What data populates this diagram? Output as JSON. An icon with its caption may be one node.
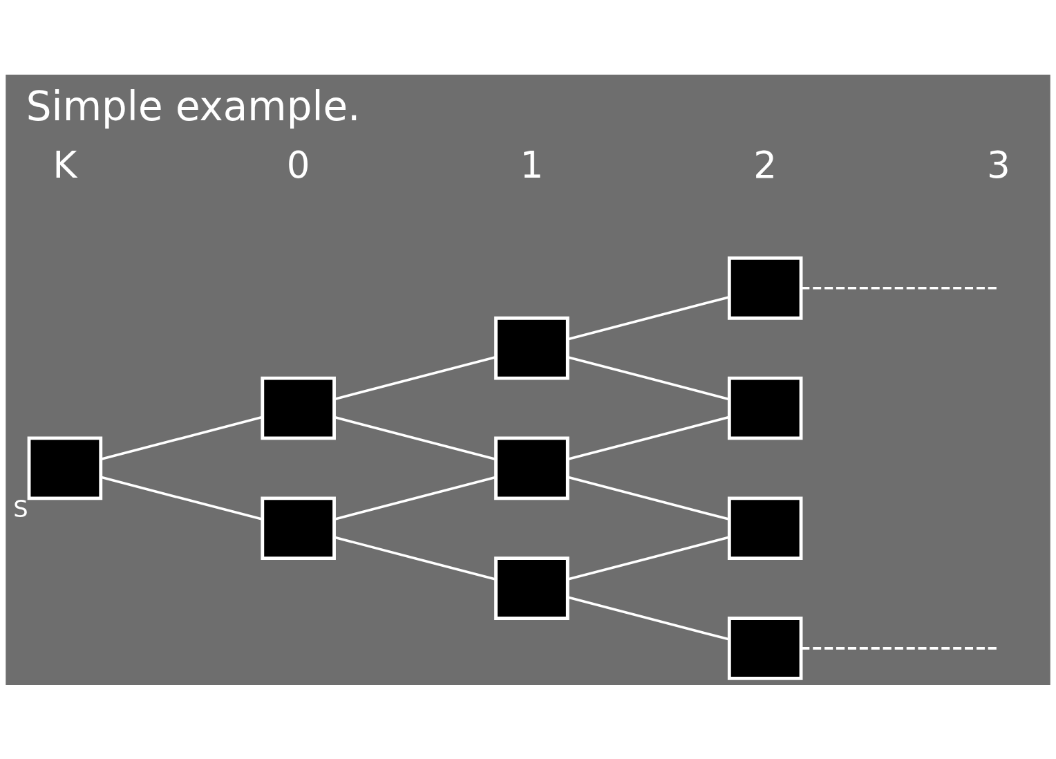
{
  "diagram": {
    "title": "Simple example.",
    "nodes": [
      {
        "text": [],
        "shape": "box",
        "beside": [
          "S"
        ]
      },
      {
        "text": [],
        "shape": "box"
      },
      {
        "text": [],
        "shape": "box"
      },
      {
        "text": [],
        "shape": "box"
      },
      {
        "text": [],
        "shape": "box"
      },
      {
        "text": [],
        "shape": "box"
      },
      {
        "text": [],
        "shape": "box"
      },
      {
        "text": [],
        "shape": "box"
      },
      {
        "text": [],
        "shape": "box"
      },
      {
        "text": [],
        "shape": "box"
      }
    ],
    "edges": [
      {
        "from": 0,
        "to": 1,
        "arrow": "none"
      },
      {
        "from": 0,
        "to": 2,
        "arrow": "none"
      },
      {
        "from": 1,
        "to": 3,
        "arrow": "none"
      },
      {
        "from": 1,
        "to": 4,
        "arrow": "none"
      },
      {
        "from": 2,
        "to": 4,
        "arrow": "none"
      },
      {
        "from": 2,
        "to": 5,
        "arrow": "none"
      },
      {
        "from": 3,
        "to": 6,
        "arrow": "none"
      },
      {
        "from": 3,
        "to": 7,
        "arrow": "none"
      },
      {
        "from": 4,
        "to": 7,
        "arrow": "none"
      },
      {
        "from": 4,
        "to": 8,
        "arrow": "none"
      },
      {
        "from": 5,
        "to": 8,
        "arrow": "none"
      },
      {
        "from": 5,
        "to": 9,
        "arrow": "none"
      },
      {
        "from": 6,
        "to": null,
        "arrow": "none",
        "style": "dashed"
      },
      {
        "from": 9,
        "to": null,
        "arrow": "none",
        "style": "dashed"
      }
    ],
    "labels": [
      "K",
      "0",
      "1",
      "2",
      "3"
    ]
  }
}
